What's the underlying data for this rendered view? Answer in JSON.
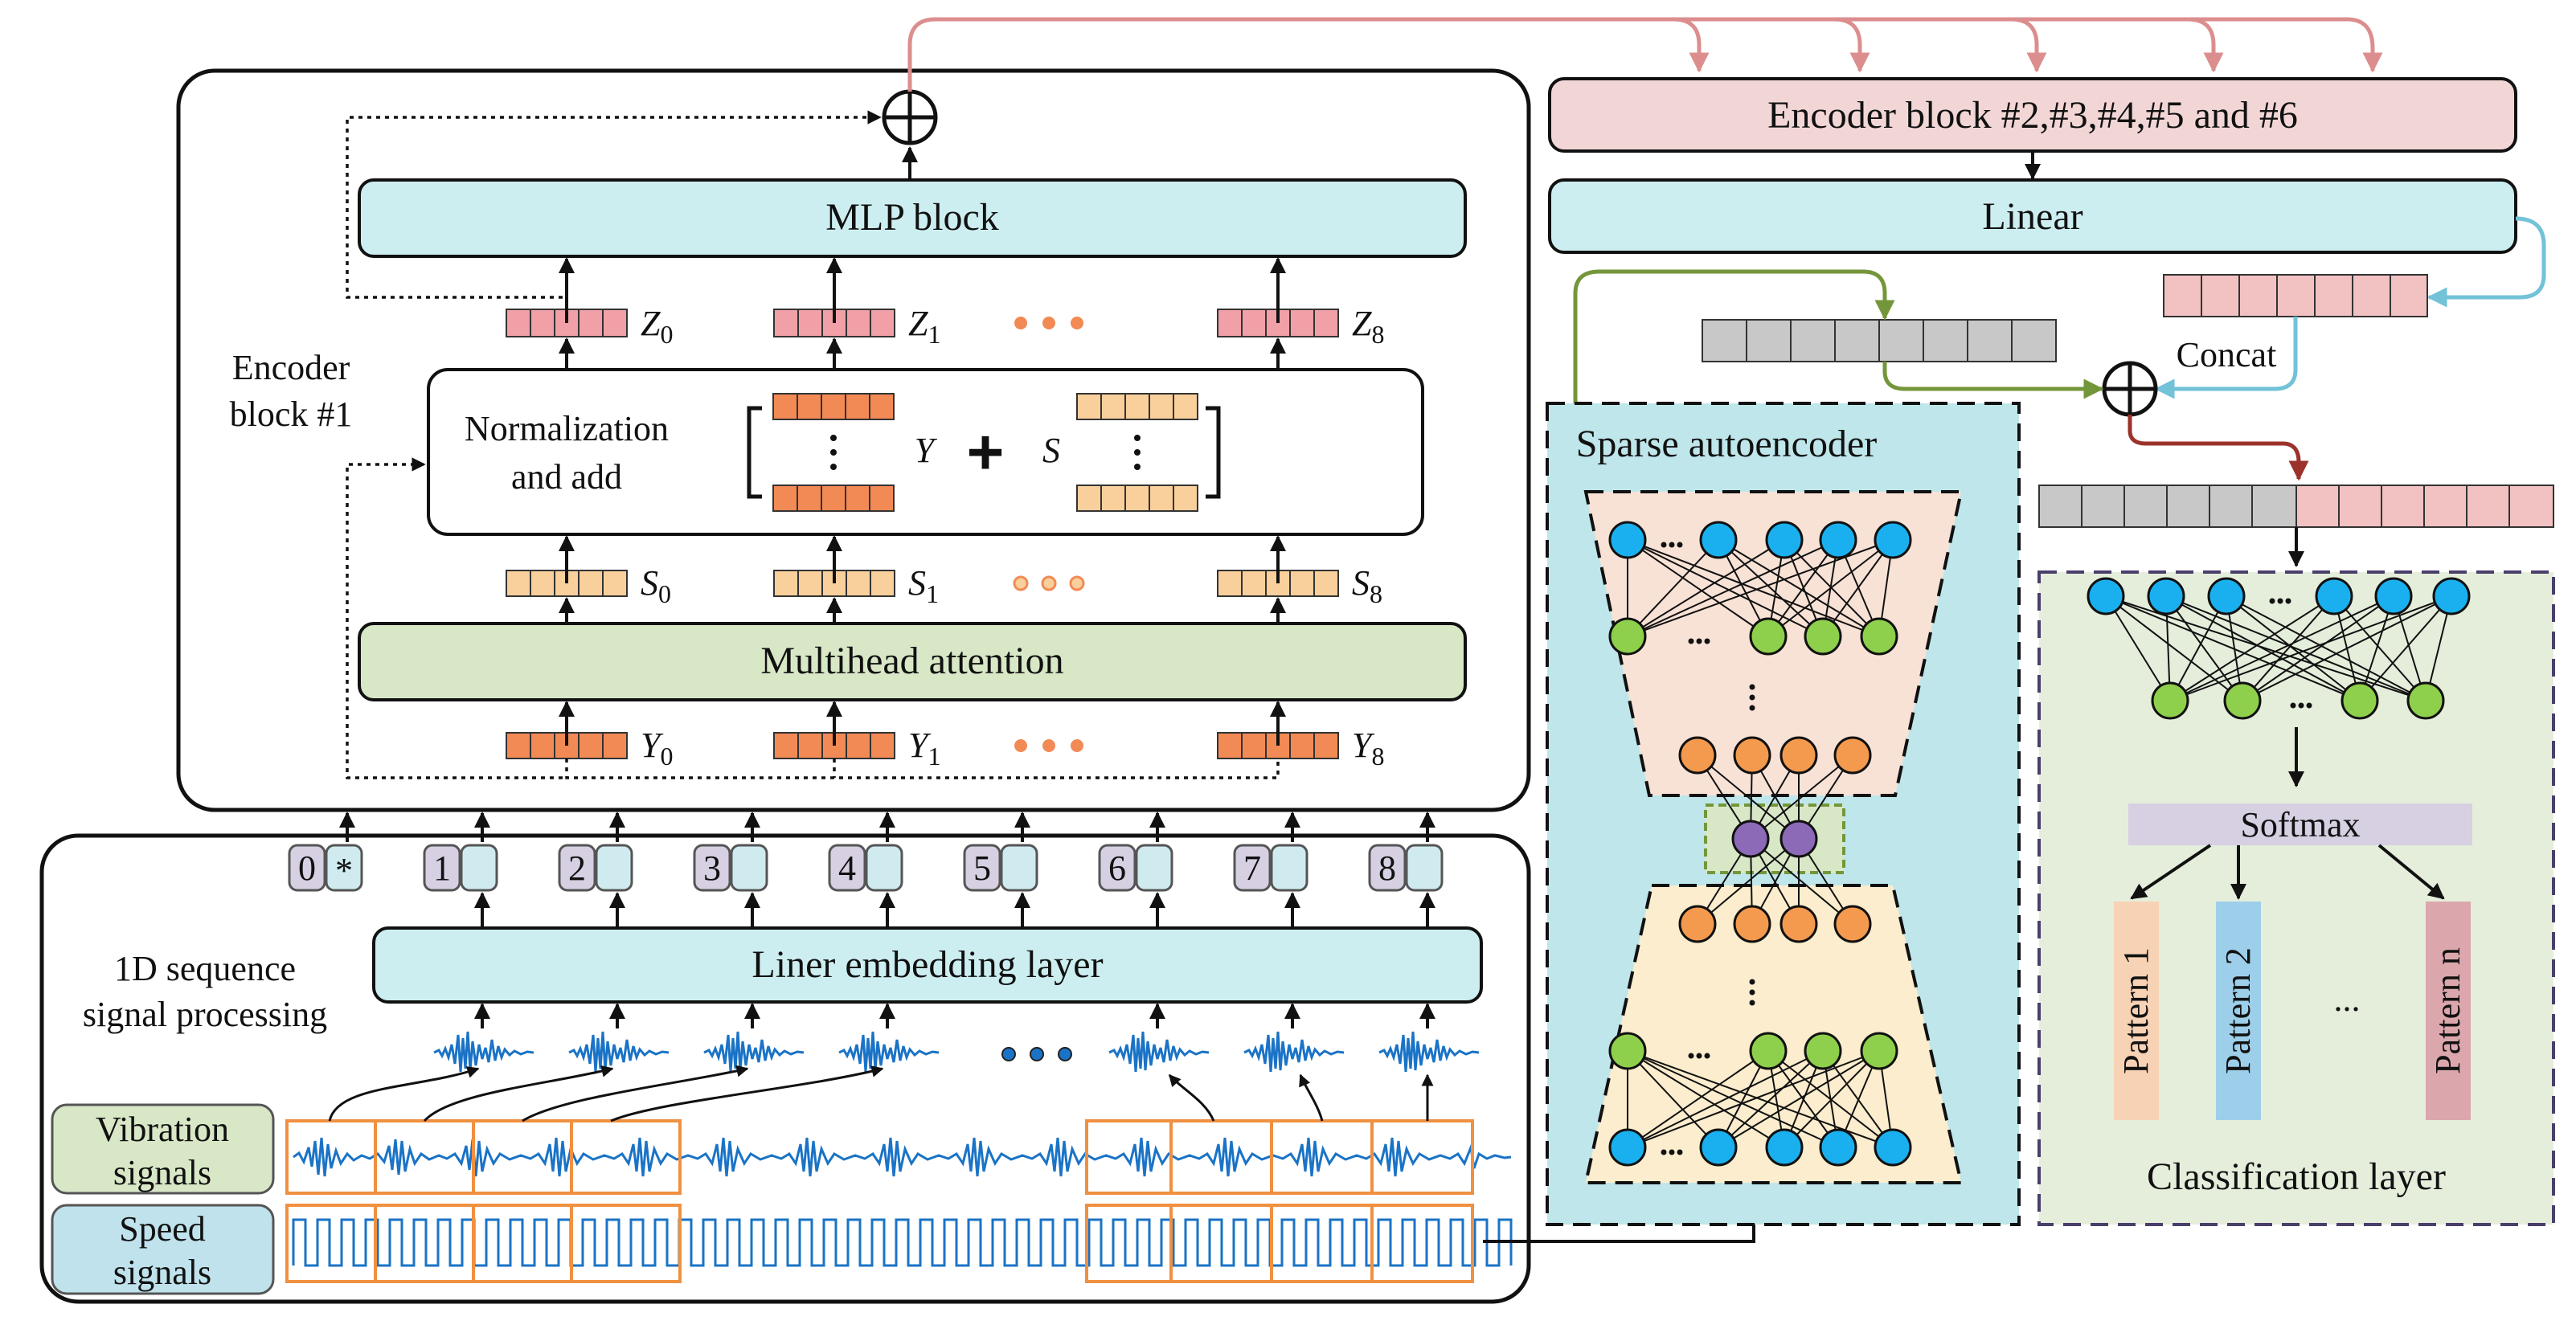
{
  "encoder1": {
    "label_line1": "Encoder",
    "label_line2": "block #1",
    "mlp": "MLP block",
    "norm_line1": "Normalization",
    "norm_line2": "and add",
    "Y": "Y",
    "S": "S",
    "plus": "+",
    "mha": "Multihead attention",
    "z_labels": [
      "Z",
      "Z",
      "Z"
    ],
    "z_subs": [
      "0",
      "1",
      "8"
    ],
    "s_labels": [
      "S",
      "S",
      "S"
    ],
    "s_subs": [
      "0",
      "1",
      "8"
    ],
    "y_labels": [
      "Y",
      "Y",
      "Y"
    ],
    "y_subs": [
      "0",
      "1",
      "8"
    ]
  },
  "tokens": [
    "0",
    "*",
    "1",
    "2",
    "3",
    "4",
    "5",
    "6",
    "7",
    "8"
  ],
  "signal": {
    "title_line1": "1D sequence",
    "title_line2": "signal processing",
    "embed": "Liner embedding layer",
    "vib_line1": "Vibration",
    "vib_line2": "signals",
    "speed_line1": "Speed",
    "speed_line2": "signals"
  },
  "right": {
    "encoders": "Encoder block #2,#3,#4,#5 and #6",
    "linear": "Linear",
    "concat": "Concat",
    "sae": "Sparse autoencoder",
    "softmax": "Softmax",
    "patterns": [
      "Pattern 1",
      "Pattern 2",
      "Pattern n"
    ],
    "dots": "...",
    "classification": "Classification layer"
  },
  "colors": {
    "cyan_box": "#cdeef0",
    "green_box": "#d8e8c7",
    "pink_box": "#f2d6d6",
    "z_vec": "#f0a0a6",
    "s_vec": "#f9cf9b",
    "y_vec": "#f28a55",
    "token_purple": "#d6d0e2",
    "token_cyan": "#d0ebf0",
    "sae_bg": "#bfe6ea",
    "class_bg": "#e5eedb",
    "node_blue": "#1ab0ef",
    "node_green": "#8ed04b",
    "node_orange": "#f39a4e",
    "node_purple": "#8c6ab8",
    "signal": "#1a73c6",
    "window": "#f09040",
    "red_arrow": "#dc8e8e",
    "green_arrow": "#74963a",
    "blue_arrow": "#72c2d8",
    "dark_red": "#9b332c"
  }
}
